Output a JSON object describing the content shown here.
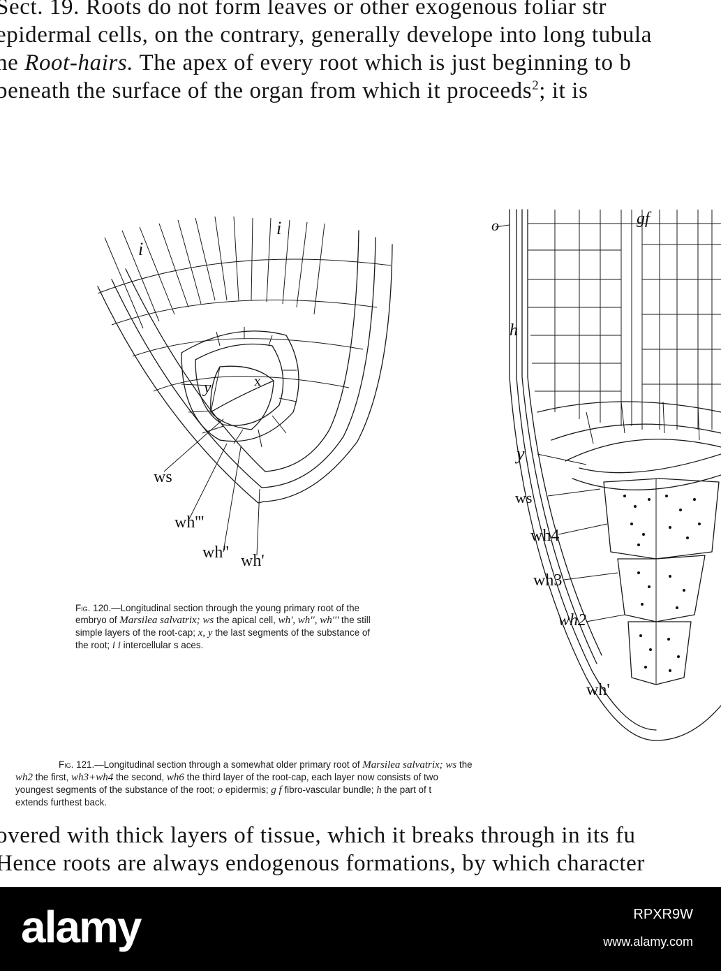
{
  "text_top": {
    "line1": "Sect. 19. Roots do not form leaves or other exogenous foliar str",
    "line2": "epidermal cells, on the contrary, generally develope into long tubula",
    "line3_pre": "he ",
    "line3_italic": "Root-hairs.",
    "line3_post": " The apex of every root which is just beginning to b",
    "line4_pre": "beneath the surface of the organ from which it proceeds",
    "line4_sup": "2",
    "line4_post": "; it is"
  },
  "fig120": {
    "labels": {
      "i_left": "i",
      "i_right": "i",
      "y": "y",
      "x": "x",
      "ws": "ws",
      "wh3": "wh'''",
      "wh2": "wh''",
      "wh1": "wh'"
    },
    "caption": {
      "head": "Fig. 120.",
      "text1": "—Longitudinal section through the young primary root of the embryo of ",
      "italic1": "Marsilea salvatrix; ws",
      "text2": " the apical cell, ",
      "italic2": "wh', wh'', wh'''",
      "text3": " the still simple layers of the root-cap; ",
      "italic3": "x, y",
      "text4": " the last segments of the substance of the root; ",
      "italic4": "i i",
      "text5": " intercellular s aces."
    }
  },
  "fig121": {
    "labels": {
      "o": "o",
      "gf": "gf",
      "h": "h",
      "y": "y",
      "ws": "ws",
      "wh4": "wh4",
      "wh3": "wh3",
      "wh2": "wh2",
      "wh1": "wh'"
    },
    "caption": {
      "head": "Fig. 121.",
      "text1": "—Longitudinal section through a somewhat older primary root of ",
      "italic1": "Marsilea salvatrix; ws",
      "text2": " the",
      "italic2": "wh2",
      "text3": " the first, ",
      "italic3": "wh3+wh4",
      "text4": " the second, ",
      "italic4": "wh6",
      "text5": " the third layer of the root-cap, each layer now consists of two",
      "text6": "youngest segments of the substance of the root; ",
      "italic5": "o",
      "text7": " epidermis; ",
      "italic6": "g f",
      "text8": " fibro-vascular bundle; ",
      "italic7": "h",
      "text9": " the part of t",
      "text10": "extends furthest back."
    }
  },
  "text_bottom": {
    "line1": "overed with thick layers of tissue, which it breaks through in its fu",
    "line2": "Hence roots are always endogenous formations, by which character"
  },
  "footer": {
    "logo": "alamy",
    "image_id": "RPXR9W",
    "url": "www.alamy.com"
  },
  "colors": {
    "footer_bg": "#000000",
    "footer_text": "#ffffff",
    "ink": "#141414"
  }
}
